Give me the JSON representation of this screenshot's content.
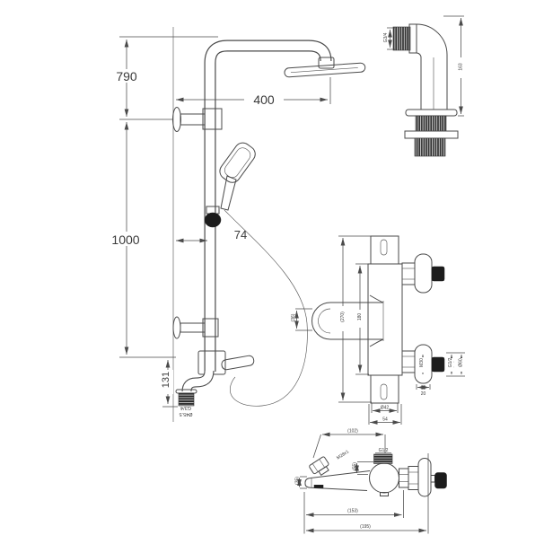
{
  "drawing": {
    "kind": "shower-system-technical-drawing",
    "colors": {
      "line": "#4a4a4a",
      "fill_black": "#1c1c1c",
      "background": "#ffffff"
    },
    "views": {
      "column": {
        "dim_height_top": "790",
        "dim_height_main": "1000",
        "dim_reach": "400",
        "dim_offset": "74",
        "dim_spout_drop": "131",
        "fitting_thread": "G3/4",
        "fitting_diameter": "Ø45.5"
      },
      "elbow": {
        "thread": "G3/4",
        "height": "163"
      },
      "mixer_front": {
        "overall_length": "(270)",
        "body_length": "180",
        "spout_width": "(36)",
        "cartridge_thread": "M30",
        "inlet_thread": "G1/2",
        "knob_diameter": "Ø60",
        "knob_depth": "20",
        "plate_hole": "Ø42",
        "plate_width": "54"
      },
      "mixer_side": {
        "knob_to_center": "(102)",
        "top_port": "G1/2",
        "diverter_thread": "M28x1",
        "spout_height": "(55)",
        "spout_end": "(35)",
        "depth_to_wall": "(153)",
        "overall_depth": "(195)"
      }
    }
  }
}
